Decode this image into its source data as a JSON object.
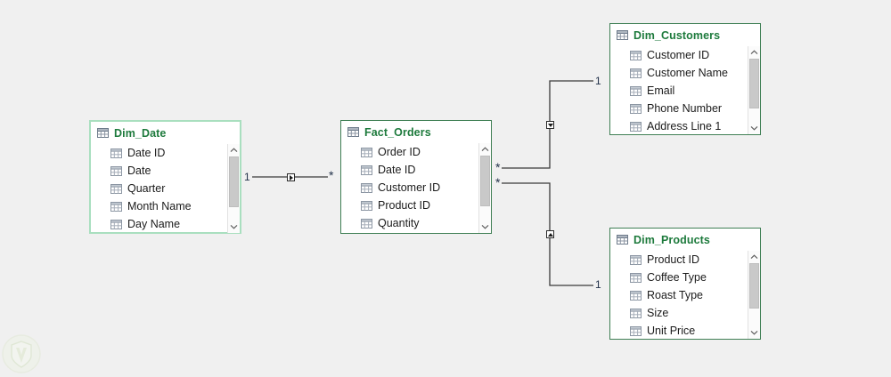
{
  "canvas": {
    "background_color": "#f0f0f0",
    "accent_color": "#1d7a3c",
    "selected_border_color": "#a9dfbf",
    "border_color": "#3f7f54"
  },
  "tables": [
    {
      "id": "dim-date",
      "title": "Dim_Date",
      "title_icon": "table-icon",
      "selected": true,
      "fields": [
        {
          "label": "Date ID",
          "icon": "table-icon"
        },
        {
          "label": "Date",
          "icon": "table-icon"
        },
        {
          "label": "Quarter",
          "icon": "table-icon"
        },
        {
          "label": "Month Name",
          "icon": "table-icon"
        },
        {
          "label": "Day Name",
          "icon": "table-icon"
        }
      ],
      "scrollbar": {
        "up_icon": "chevron-up-icon",
        "down_icon": "chevron-down-icon"
      }
    },
    {
      "id": "fact-orders",
      "title": "Fact_Orders",
      "title_icon": "table-icon",
      "selected": false,
      "fields": [
        {
          "label": "Order ID",
          "icon": "table-icon"
        },
        {
          "label": "Date ID",
          "icon": "table-icon"
        },
        {
          "label": "Customer ID",
          "icon": "table-icon"
        },
        {
          "label": "Product ID",
          "icon": "table-icon"
        },
        {
          "label": "Quantity",
          "icon": "table-icon"
        }
      ],
      "scrollbar": {
        "up_icon": "chevron-up-icon",
        "down_icon": "chevron-down-icon"
      }
    },
    {
      "id": "dim-customers",
      "title": "Dim_Customers",
      "title_icon": "table-icon",
      "selected": false,
      "fields": [
        {
          "label": "Customer ID",
          "icon": "table-icon"
        },
        {
          "label": "Customer Name",
          "icon": "table-icon"
        },
        {
          "label": "Email",
          "icon": "table-icon"
        },
        {
          "label": "Phone Number",
          "icon": "table-icon"
        },
        {
          "label": "Address Line 1",
          "icon": "table-icon"
        }
      ],
      "scrollbar": {
        "up_icon": "chevron-up-icon",
        "down_icon": "chevron-down-icon"
      }
    },
    {
      "id": "dim-products",
      "title": "Dim_Products",
      "title_icon": "table-icon",
      "selected": false,
      "fields": [
        {
          "label": "Product ID",
          "icon": "table-icon"
        },
        {
          "label": "Coffee Type",
          "icon": "table-icon"
        },
        {
          "label": "Roast Type",
          "icon": "table-icon"
        },
        {
          "label": "Size",
          "icon": "table-icon"
        },
        {
          "label": "Unit Price",
          "icon": "table-icon"
        }
      ],
      "scrollbar": {
        "up_icon": "chevron-up-icon",
        "down_icon": "chevron-down-icon"
      }
    }
  ],
  "relationships": [
    {
      "id": "date-to-orders",
      "from_table": "Dim_Date",
      "to_table": "Fact_Orders",
      "from_cardinality": "1",
      "to_cardinality": "*",
      "marker_direction": "right"
    },
    {
      "id": "customers-to-orders",
      "from_table": "Dim_Customers",
      "to_table": "Fact_Orders",
      "from_cardinality": "1",
      "to_cardinality": "*",
      "marker_direction": "down"
    },
    {
      "id": "products-to-orders",
      "from_table": "Dim_Products",
      "to_table": "Fact_Orders",
      "from_cardinality": "1",
      "to_cardinality": "*",
      "marker_direction": "up"
    }
  ],
  "cardinality_labels": {
    "date_one": "1",
    "orders_from_date_many": "*",
    "customers_one": "1",
    "orders_to_customers_many": "*",
    "orders_to_products_many": "*",
    "products_one": "1"
  },
  "watermark": {
    "name": "shield-logo-watermark"
  }
}
